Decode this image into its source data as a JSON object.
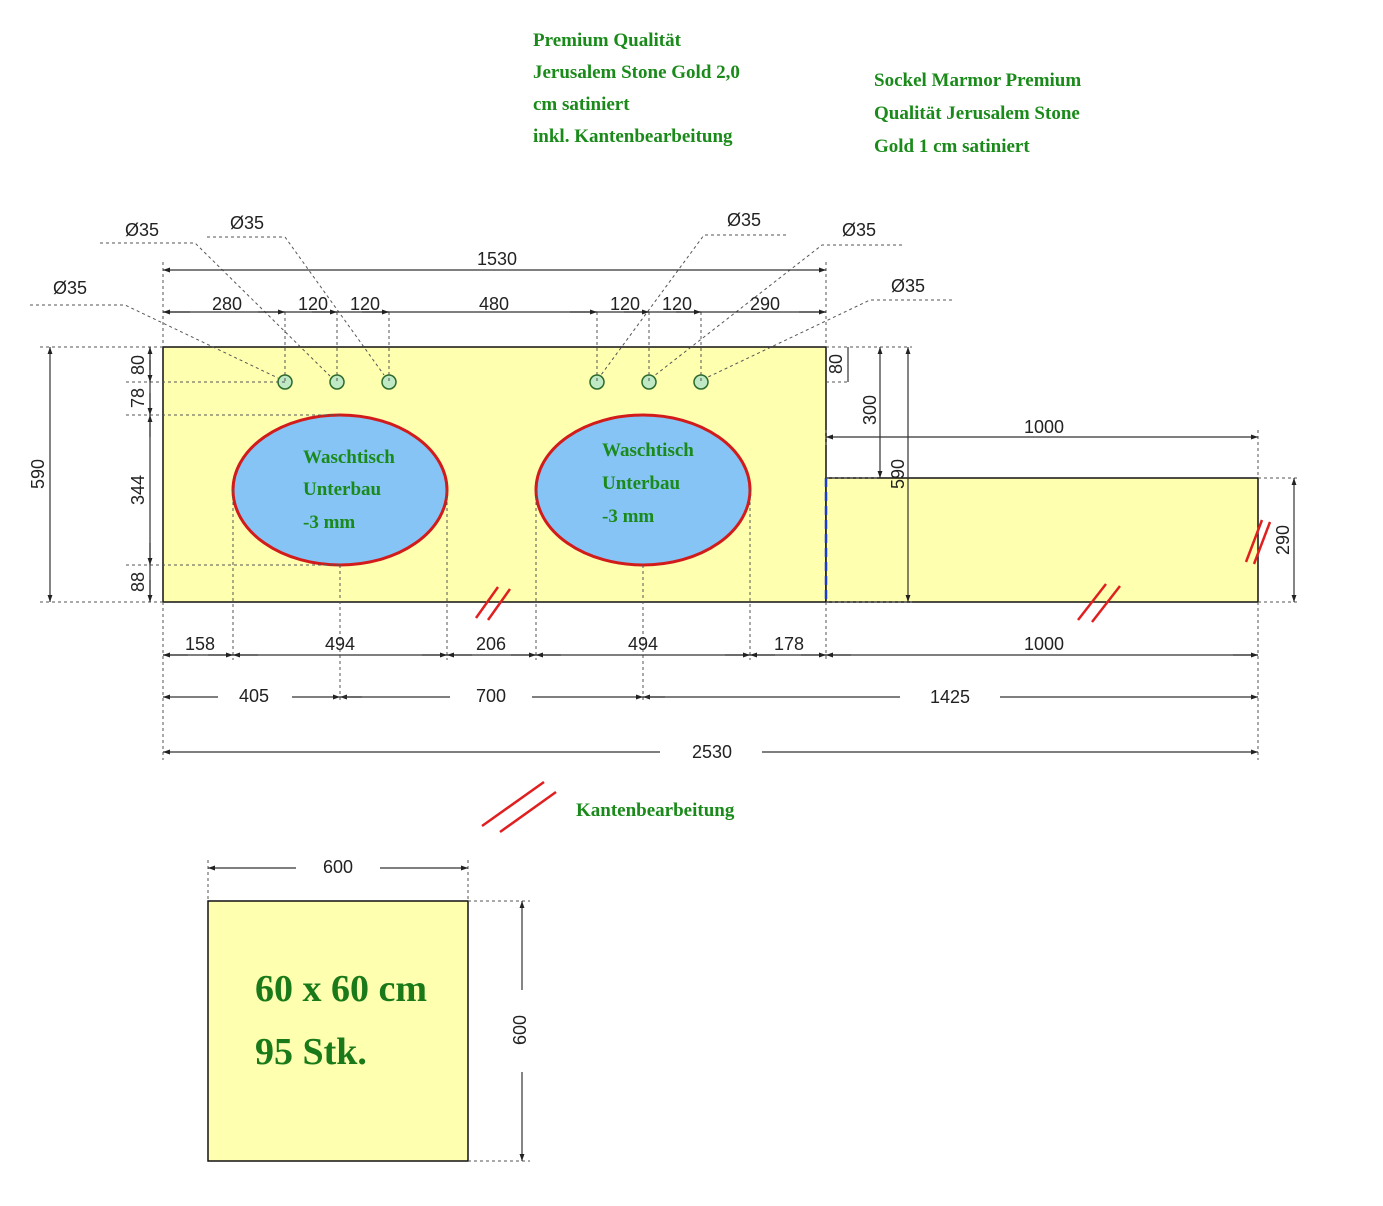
{
  "notes": {
    "countertop": [
      "Premium Qualität",
      "Jerusalem Stone Gold 2,0",
      "cm satiniert",
      "inkl. Kantenbearbeitung"
    ],
    "skirting": [
      "Sockel Marmor Premium",
      "Qualität Jerusalem Stone",
      "Gold 1 cm satiniert"
    ],
    "edge_legend": "Kantenbearbeitung"
  },
  "basins": [
    {
      "lines": [
        "Waschtisch",
        "Unterbau",
        "-3 mm"
      ]
    },
    {
      "lines": [
        "Waschtisch",
        "Unterbau",
        "-3 mm"
      ]
    }
  ],
  "hole_diameter": "Ø35",
  "dims": {
    "top_overall": "1530",
    "top_segments": [
      "280",
      "120",
      "120",
      "480",
      "120",
      "120",
      "290"
    ],
    "left_overall": "590",
    "left_segments": [
      "80",
      "78",
      "344",
      "88"
    ],
    "right_80": "80",
    "right_300": "300",
    "right_590": "590",
    "skirt_top": "1000",
    "skirt_height": "290",
    "bottom_row1": [
      "158",
      "494",
      "206",
      "494",
      "178",
      "1000"
    ],
    "bottom_row2": [
      "405",
      "700",
      "1425"
    ],
    "overall_2530": "2530"
  },
  "tile": {
    "width": "600",
    "height": "600",
    "size_label": "60 x 60 cm",
    "qty_label": "95 Stk."
  },
  "colors": {
    "slab": "#ffffb0",
    "basin_fill": "#86c4f6",
    "basin_outline": "#d21c1c",
    "text_green": "#1a8a1a",
    "edge_marker": "#e02020"
  }
}
